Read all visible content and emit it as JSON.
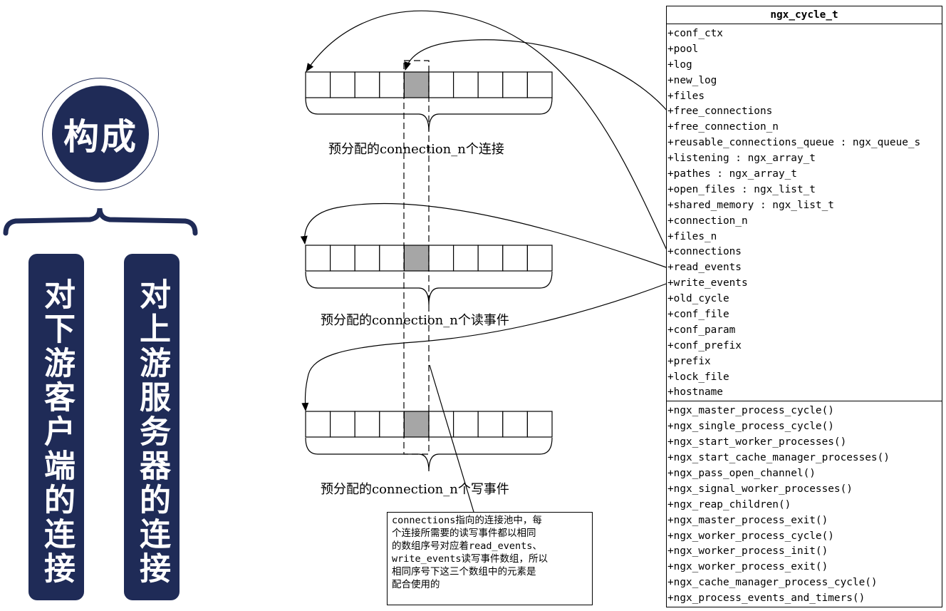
{
  "left_panel": {
    "circle_label": "构成",
    "pill_left": "对下游客户端的连接",
    "pill_right": "对上游服务器的连接"
  },
  "colors": {
    "navy": "#1f2b57",
    "highlight_cell": "#a6a6a6"
  },
  "captions": {
    "connections": "预分配的connection_n个连接",
    "read_events": "预分配的connection_n个读事件",
    "write_events": "预分配的connection_n个写事件"
  },
  "note_lines": [
    "connections指向的连接池中，每",
    "个连接所需要的读写事件都以相同",
    "的数组序号对应着read_events、",
    "write_events读写事件数组，所以",
    "相同序号下这三个数组中的元素是",
    "配合使用的"
  ],
  "uml": {
    "title": "ngx_cycle_t",
    "attributes": [
      "+conf_ctx",
      "+pool",
      "+log",
      "+new_log",
      "+files",
      "+free_connections",
      "+free_connection_n",
      "+reusable_connections_queue : ngx_queue_s",
      "+listening : ngx_array_t",
      "+pathes : ngx_array_t",
      "+open_files : ngx_list_t",
      "+shared_memory : ngx_list_t",
      "+connection_n",
      "+files_n",
      "+connections",
      "+read_events",
      "+write_events",
      "+old_cycle",
      "+conf_file",
      "+conf_param",
      "+conf_prefix",
      "+prefix",
      "+lock_file",
      "+hostname"
    ],
    "methods": [
      "+ngx_master_process_cycle()",
      "+ngx_single_process_cycle()",
      "+ngx_start_worker_processes()",
      "+ngx_start_cache_manager_processes()",
      "+ngx_pass_open_channel()",
      "+ngx_signal_worker_processes()",
      "+ngx_reap_children()",
      "+ngx_master_process_exit()",
      "+ngx_worker_process_cycle()",
      "+ngx_worker_process_init()",
      "+ngx_worker_process_exit()",
      "+ngx_cache_manager_process_cycle()",
      "+ngx_process_events_and_timers()"
    ]
  }
}
